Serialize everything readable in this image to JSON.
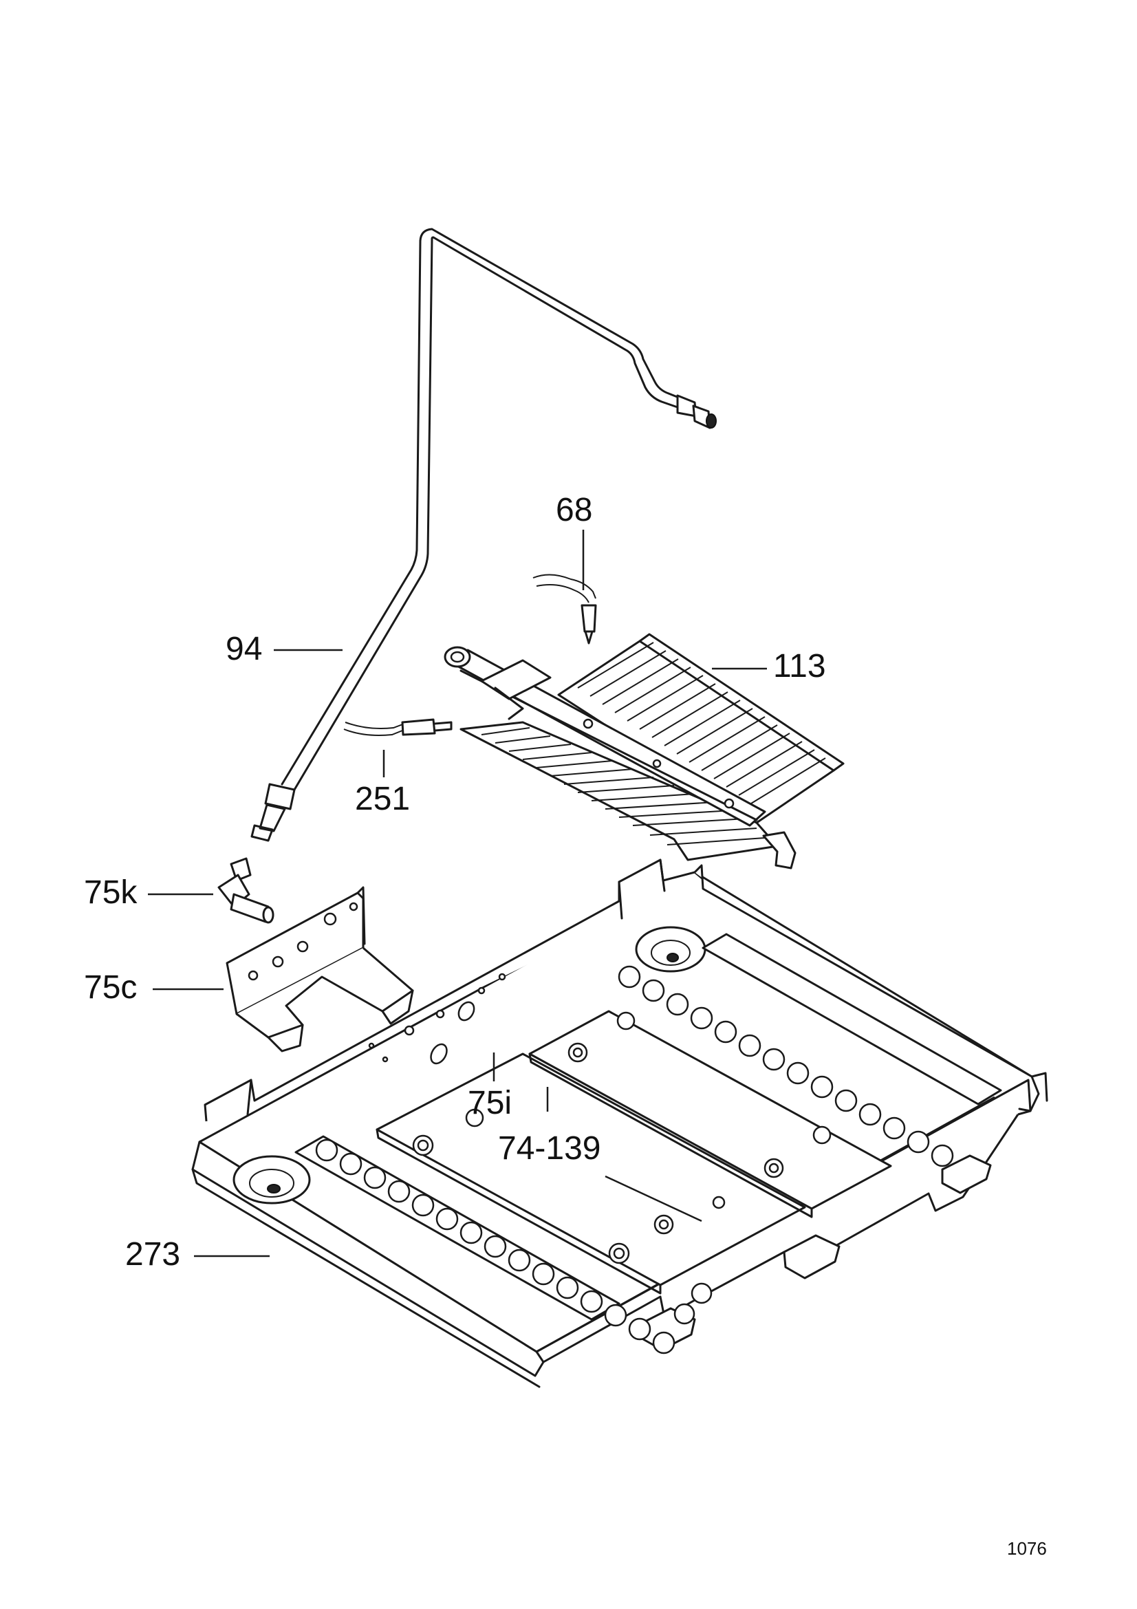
{
  "diagram": {
    "callouts": {
      "c68": "68",
      "c94": "94",
      "c113": "113",
      "c251": "251",
      "c75k": "75k",
      "c75c": "75c",
      "c75i": "75i",
      "c74_139": "74-139",
      "c273": "273"
    },
    "page_number": "1076"
  }
}
